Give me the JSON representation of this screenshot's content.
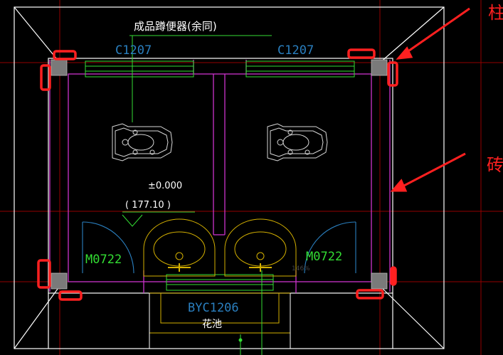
{
  "labels": {
    "fixture_note": "成品蹲便器(余同)",
    "window_left": "C1207",
    "window_right": "C1207",
    "elevation_mark": "±0.000",
    "elevation_value": "(  177.10  )",
    "door_left": "M0722",
    "door_right": "M0722",
    "bay_window": "BYC1206",
    "flower_bed": "花池",
    "faint_percent": "146%"
  },
  "annotations": {
    "arrow_top_text": "柱",
    "arrow_mid_text": "砖"
  },
  "colors": {
    "background": "#000000",
    "wall_outline": "#ffffff",
    "wall_interior": "#cc33cc",
    "window": "#33dd33",
    "text_window": "#2a7fbf",
    "door": "#2a7fbf",
    "text_door": "#33dd33",
    "fixture": "#d8d8d8",
    "sink": "#d4b000",
    "column": "#888888",
    "gridline": "#cc0000",
    "highlight": "#ff2020",
    "leader": "#33dd33"
  }
}
